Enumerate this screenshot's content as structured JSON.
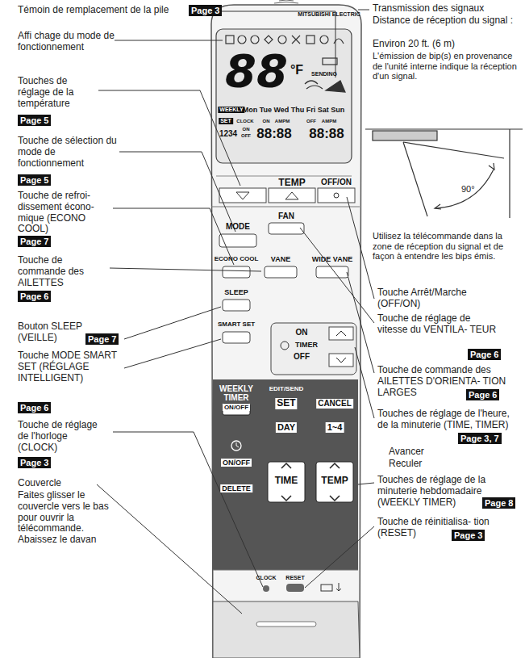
{
  "diagram": {
    "labels": [
      "Témoin de remplacement de la pile",
      "Page 3",
      "Affi chage du mode de fonctionnement",
      "Touches de réglage de la température",
      "Page 5",
      "Touche de sélection du mode de fonctionnement",
      "Page 5",
      "Touche de refroi- dissement écono- mique (ECONO COOL)",
      "Page 7",
      "Touche de commande des AILETTES",
      "Page 6",
      "Bouton SLEEP (VEILLE)",
      "Page 7",
      "Touche MODE SMART SET (RÉGLAGE INTELLIGENT)",
      "Page 6",
      "Touche de réglage de l'horloge (CLOCK)",
      "Page 3",
      "Couvercle",
      "Faites glisser le couvercle vers le bas pour ouvrir la télécommande. Abaissez le davan",
      "Transmission des signaux",
      "Distance de réception du signal :",
      "Environ 20 ft. (6 m)",
      "L'émission de bip(s) en provenance de l'unité interne indique la réception d'un signal.",
      "90°",
      "Utilisez la télécommande dans la zone de réception du signal et de façon à entendre les bips émis.",
      "Touche Arrêt/Marche (OFF/ON)",
      "Touche de réglage de vitesse du VENTILA- TEUR",
      "Page 6",
      "Touche de commande des AILETTES D'ORIENTA- TION LARGES",
      "Page 6",
      "Touches de réglage de l'heure, de la minuterie (TIME, TIMER)",
      "Page 3, 7",
      "Avancer",
      "Reculer",
      "Touches de réglage de la minuterie hebdomadaire (WEEKLY TIMER)",
      "Page 8",
      "Touche de réinitialisa- tion (RESET)",
      "Page 3",
      "MITSUBISHI ELECTRIC",
      "88",
      "°F",
      "SENDING",
      "WEEKLY",
      "Mon Tue Wed Thu Fri Sat Sun",
      "SET",
      "CLOCK",
      "ON",
      "AMPM",
      "OFF",
      "AMPM",
      "1234",
      "ON",
      "OFF",
      "88:88",
      "88:88",
      "TEMP",
      "OFF/ON",
      "MODE",
      "FAN",
      "ECONO COOL",
      "VANE",
      "WIDE VANE",
      "SLEEP",
      "SMART SET",
      "ON",
      "OFF",
      "TIMER",
      "WEEKLY TIMER",
      "ON/OFF",
      "EDIT/SEND",
      "SET",
      "CANCEL",
      "DAY",
      "1~4",
      "ON/OFF",
      "DELETE",
      "TIME",
      "TEMP",
      "CLOCK",
      "RESET"
    ]
  }
}
